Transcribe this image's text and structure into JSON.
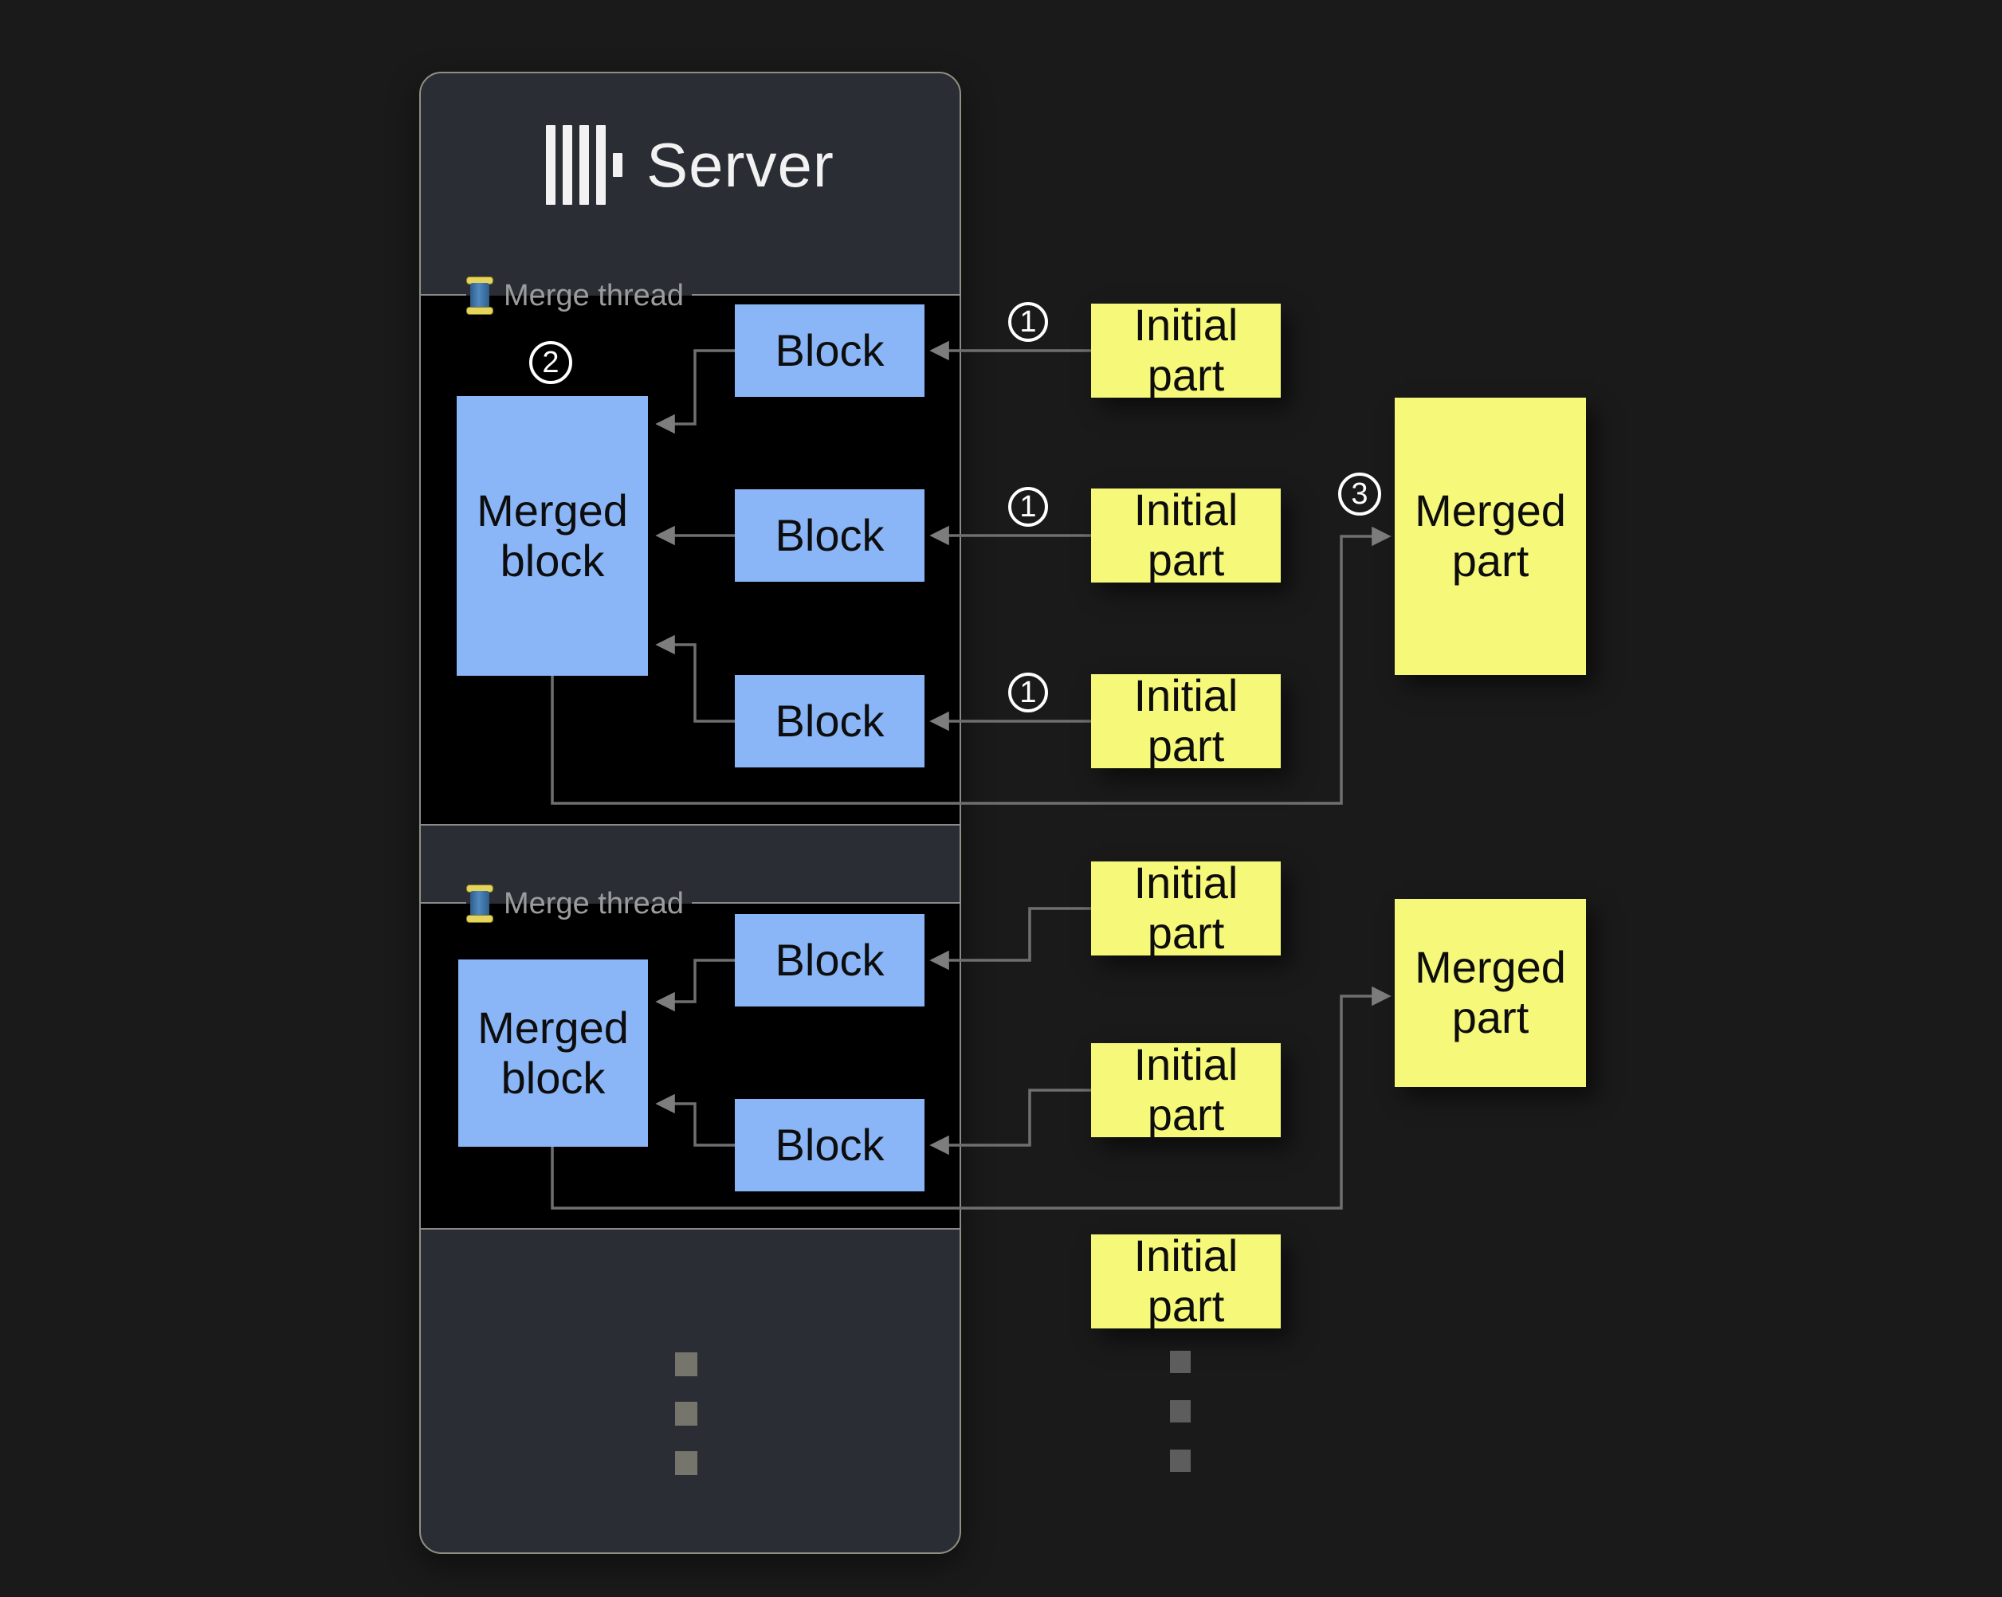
{
  "colors": {
    "background": "#1a1a1a",
    "server_fill": "#2b2d34",
    "server_border": "#8f9180",
    "panel_fill": "#000000",
    "panel_border": "#8a8a8a",
    "block_fill": "#8ab6f7",
    "part_fill": "#f5f878",
    "line": "#6f6f6f",
    "legend_text": "#9c9c9c",
    "badge": "#ffffff"
  },
  "server": {
    "title": "Server"
  },
  "threads": [
    {
      "label": "Merge thread",
      "badge": "2",
      "merged_block": "Merged block",
      "blocks": [
        "Block",
        "Block",
        "Block"
      ]
    },
    {
      "label": "Merge thread",
      "merged_block": "Merged block",
      "blocks": [
        "Block",
        "Block"
      ]
    }
  ],
  "initial_parts": [
    {
      "label": "Initial part",
      "badge": "1"
    },
    {
      "label": "Initial part",
      "badge": "1"
    },
    {
      "label": "Initial part",
      "badge": "1"
    },
    {
      "label": "Initial part"
    },
    {
      "label": "Initial part"
    },
    {
      "label": "Initial part"
    }
  ],
  "merged_parts": [
    {
      "label": "Merged part",
      "badge": "3"
    },
    {
      "label": "Merged part"
    }
  ]
}
